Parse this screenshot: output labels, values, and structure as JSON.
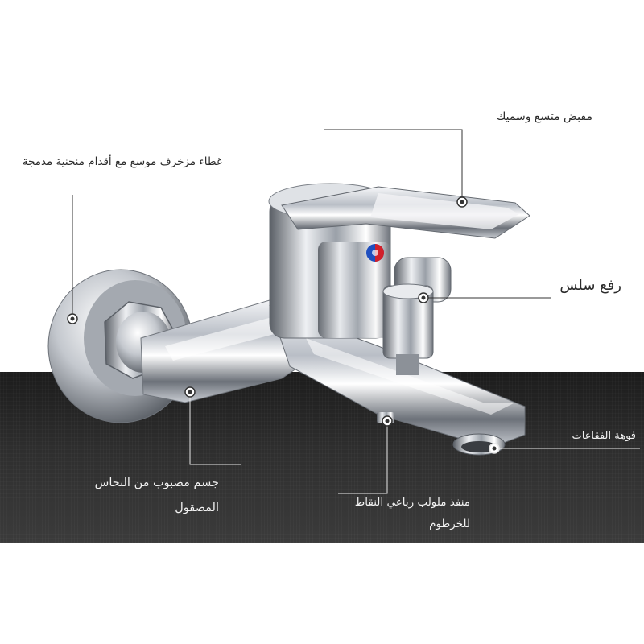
{
  "callouts": {
    "handle": "مقبض متسع وسميك",
    "cover": "غطاء مزخرف موسع مع أقدام منحنية مدمجة",
    "lift": "رفع سلس",
    "aerator": "فوهة الفقاعات",
    "body": "جسم مصبوب من النحاس المصقول",
    "outlet": "منفذ ملولب رباعي النقاط للخرطوم"
  },
  "colors": {
    "background": "#ffffff",
    "floor": "#2b2b2b",
    "chrome_light": "#f4f6f8",
    "chrome_dark": "#4a4e54",
    "hot_indicator": "#d2202a",
    "cold_indicator": "#1f4fbf",
    "leader_dark": "#333333",
    "leader_light": "#e6e6e6"
  }
}
